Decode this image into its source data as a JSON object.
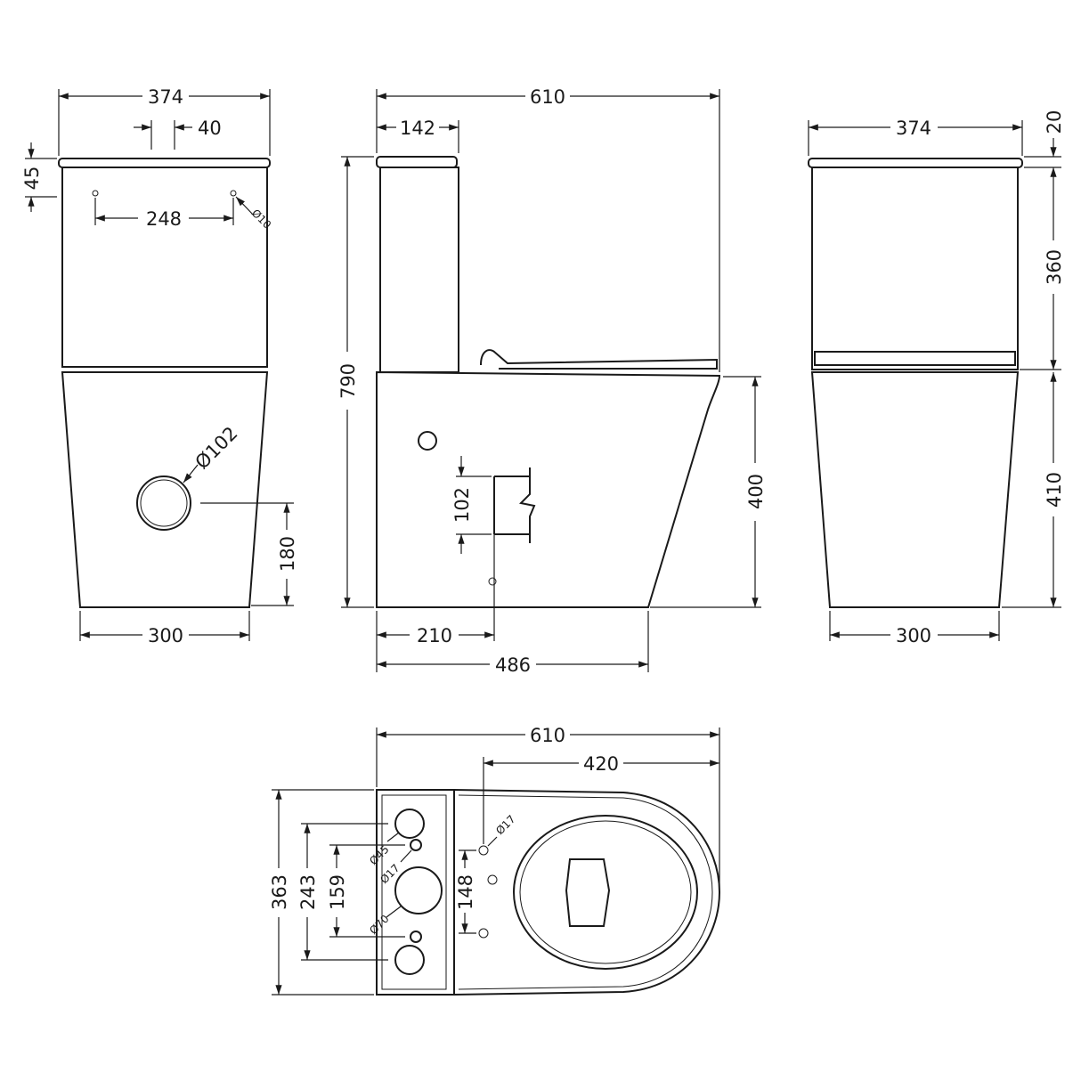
{
  "front_view": {
    "width_top": "374",
    "flush_button": "40",
    "lid_height": "45",
    "hole_spacing": "248",
    "hole_dia": "Ø10",
    "outlet_dia": "Ø102",
    "outlet_height": "180",
    "width_base": "300"
  },
  "side_view": {
    "depth_total": "610",
    "tank_depth": "142",
    "height_total": "790",
    "pan_height": "400",
    "outlet_size": "102",
    "outlet_setback": "210",
    "pan_depth": "486"
  },
  "rear_view": {
    "width_top": "374",
    "lid_height": "20",
    "tank_height": "360",
    "pan_height": "410",
    "width_base": "300"
  },
  "plan_view": {
    "depth_total": "610",
    "seat_depth": "420",
    "width_total": "363",
    "outer_holes": "243",
    "inner_holes": "159",
    "seat_holes": "148",
    "dia_45": "Ø45",
    "dia_17a": "Ø17",
    "dia_70": "Ø70",
    "dia_17b": "Ø17"
  },
  "colors": {
    "line": "#1a1a1a",
    "background": "#ffffff"
  }
}
